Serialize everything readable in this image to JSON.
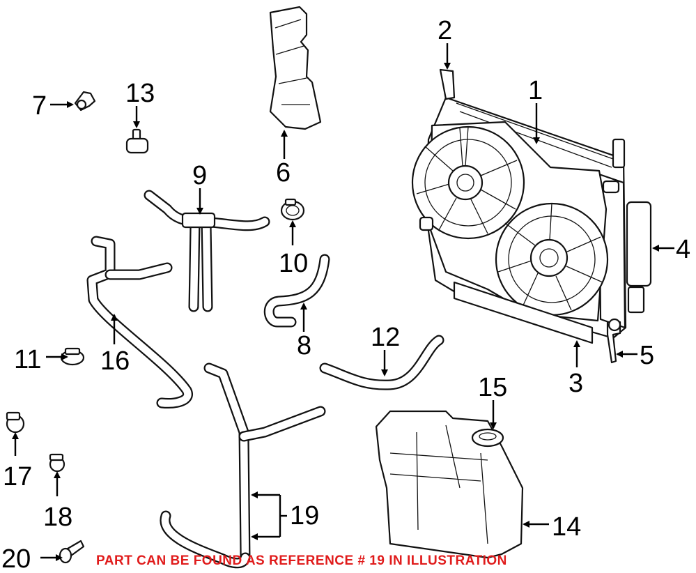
{
  "diagram": {
    "callouts": [
      "1",
      "2",
      "3",
      "4",
      "5",
      "6",
      "7",
      "8",
      "9",
      "10",
      "11",
      "12",
      "13",
      "14",
      "15",
      "16",
      "17",
      "18",
      "19",
      "20"
    ],
    "footnote": "PART CAN BE FOUND AS REFERENCE # 19 IN ILLUSTRATION",
    "colors": {
      "line": "#111111",
      "footnote": "#e01b1b",
      "background": "#ffffff"
    }
  }
}
